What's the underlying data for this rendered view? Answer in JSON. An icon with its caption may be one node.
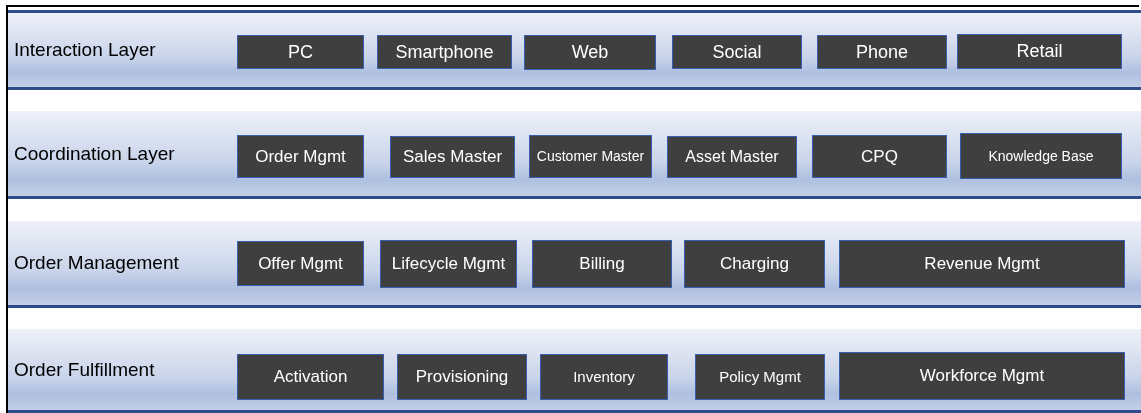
{
  "diagram": {
    "nodes": [
      {
        "text": [
          "Interaction Layer"
        ]
      },
      {
        "text": [
          "PC"
        ],
        "in": 0
      },
      {
        "text": [
          "Smartphone"
        ],
        "in": 0
      },
      {
        "text": [
          "Web"
        ],
        "in": 0
      },
      {
        "text": [
          "Social"
        ],
        "in": 0
      },
      {
        "text": [
          "Phone"
        ],
        "in": 0
      },
      {
        "text": [
          "Retail"
        ],
        "in": 0
      },
      {
        "text": [
          "Coordination Layer"
        ]
      },
      {
        "text": [
          "Order Mgmt"
        ],
        "in": 7
      },
      {
        "text": [
          "Sales Master"
        ],
        "in": 7
      },
      {
        "text": [
          "Customer Master"
        ],
        "in": 7
      },
      {
        "text": [
          "Asset Master"
        ],
        "in": 7
      },
      {
        "text": [
          "CPQ"
        ],
        "in": 7
      },
      {
        "text": [
          "Knowledge Base"
        ],
        "in": 7
      },
      {
        "text": [
          "Order Management"
        ]
      },
      {
        "text": [
          "Offer Mgmt"
        ],
        "in": 14
      },
      {
        "text": [
          "Lifecycle Mgmt"
        ],
        "in": 14
      },
      {
        "text": [
          "Billing"
        ],
        "in": 14
      },
      {
        "text": [
          "Charging"
        ],
        "in": 14
      },
      {
        "text": [
          "Revenue Mgmt"
        ],
        "in": 14
      },
      {
        "text": [
          "Order Fulfillment"
        ]
      },
      {
        "text": [
          "Activation"
        ],
        "in": 20
      },
      {
        "text": [
          "Provisioning"
        ],
        "in": 20
      },
      {
        "text": [
          "Inventory"
        ],
        "in": 20
      },
      {
        "text": [
          "Policy Mgmt"
        ],
        "in": 20
      },
      {
        "text": [
          "Workforce Mgmt"
        ],
        "in": 20
      }
    ],
    "edges": []
  }
}
